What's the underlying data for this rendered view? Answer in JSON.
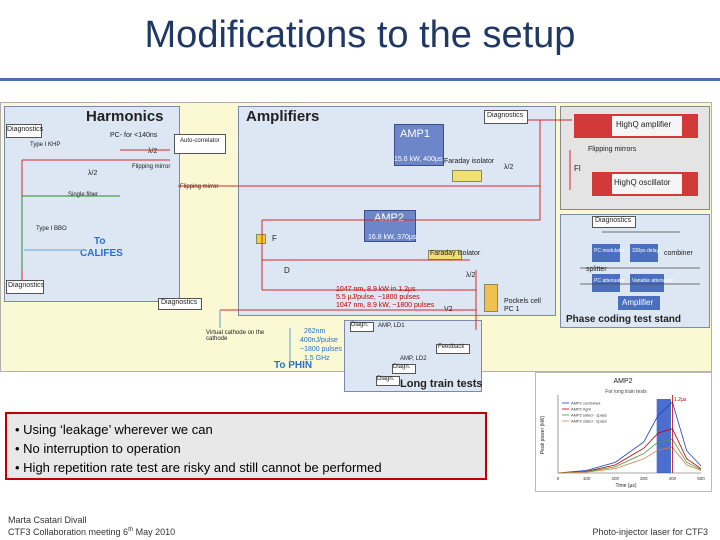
{
  "slide_title": "Modifications to the setup",
  "diagram": {
    "harmonics": {
      "title": "Harmonics",
      "diagnostics": "Diagnostics",
      "typeI_khp": "Type I KHP",
      "pc_label": "PC- for <140ns",
      "lambda2_a": "λ/2",
      "lambda2_b": "λ/2",
      "flipping_mirror": "Flipping mirror",
      "autocorrelator": "Auto-correlator",
      "fibre": "Single fiber",
      "typeI_bbo": "Type I BBO",
      "to_califes_1": "To",
      "to_califes_2": "CALIFES",
      "diagnostics_bottom": "Diagnostics"
    },
    "amplifiers": {
      "title": "Amplifiers",
      "diagnostics": "Diagnostics",
      "amp1": "AMP1",
      "amp1_sub": "15.6 kW, 400µs",
      "faraday_isolator": "Faraday isolator",
      "lambda2": "λ/2",
      "amp2": "AMP2",
      "amp2_sub": "16.8 kW, 370µs",
      "faraday_isolator_2": "Faraday isolator",
      "f_label": "F",
      "d_label": "D",
      "lambda2_b": "λ/2",
      "v2": "V2",
      "pockels": "Pockels cell",
      "pc1": "PC 1",
      "spec_1": "1047 nm, 8.9 kW in 1.2µs",
      "spec_2": "5.5 µJ/pulse, ~1800 pulses",
      "spec_3": "1047 nm, 8.9 kW, ~1800 pulses"
    },
    "right_panel": {
      "highq_1": "HighQ amplifier",
      "flipping_mirrors": "Flipping mirrors",
      "fl": "Fl",
      "highq_2": "HighQ oscillator"
    },
    "phase_coding": {
      "diagnostics": "Diagnostics",
      "pc_modulator": "PC modulator",
      "delay": "330ps delay",
      "combiner": "combiner",
      "splitter": "splitter",
      "attenuator_left": "PC attenuator",
      "attenuator_right": "Variable attenuator",
      "amplifier": "Amplifier",
      "title": "Phase coding test stand"
    },
    "bottom_left": {
      "diagnostics": "Diagnostics",
      "virtual_cathode": "Virtual cathode on the cathode",
      "spec_1": "262nm",
      "spec_2": "400nJ/pulse",
      "spec_3": "~1800 pulses",
      "spec_4": "1.5 GHz",
      "to_phin": "To PHIN"
    },
    "long_train": {
      "diagn_1": "Diagn.",
      "ampl_label": "AMP, LD1",
      "feedback": "Feedback",
      "ampl_label_2": "AMP, LD2",
      "diagn_2": "Diagn.",
      "diagn_3": "Diagn.",
      "title": "Long train tests"
    }
  },
  "bullets": [
    "• Using ‘leakage’ wherever we can",
    "• No interruption to operation",
    "• High repetition rate test are risky and still cannot be performed"
  ],
  "chart_data": {
    "type": "line",
    "title": "AMP2",
    "subtitle": "For long train tests",
    "xlabel": "Time (µs)",
    "ylabel": "Peak power (kW)",
    "xlim": [
      0,
      500
    ],
    "ticks_x": [
      "0",
      "100",
      "200",
      "300",
      "400",
      "500"
    ],
    "annotation": "1.2µs",
    "legend": [
      "AMP2 combined",
      "AMP2 right",
      "AMP2 sided - 1pass",
      "AMP2 sided - 2pass"
    ],
    "colors": [
      "#1f3fbf",
      "#c00000",
      "#4a9a3a",
      "#d08040"
    ],
    "series": [
      {
        "name": "AMP2 combined",
        "x": [
          0,
          100,
          200,
          300,
          350,
          400,
          450,
          500
        ],
        "y": [
          0,
          0.3,
          1.2,
          3.5,
          6.5,
          8.0,
          2.5,
          0.8
        ]
      },
      {
        "name": "AMP2 right",
        "x": [
          0,
          100,
          200,
          300,
          350,
          400,
          450,
          500
        ],
        "y": [
          0,
          0.2,
          0.9,
          2.8,
          4.5,
          5.0,
          1.6,
          0.5
        ]
      },
      {
        "name": "AMP2 sided - 1pass",
        "x": [
          0,
          100,
          200,
          300,
          350,
          400,
          450,
          500
        ],
        "y": [
          0,
          0.15,
          0.7,
          2.2,
          3.5,
          3.8,
          1.2,
          0.4
        ]
      },
      {
        "name": "AMP2 sided - 2pass",
        "x": [
          0,
          100,
          200,
          300,
          350,
          400,
          450,
          500
        ],
        "y": [
          0,
          0.1,
          0.5,
          1.6,
          2.6,
          2.9,
          0.9,
          0.3
        ]
      }
    ]
  },
  "footer": {
    "author": "Marta Csatari Divall",
    "meeting": "CTF3 Collaboration meeting 6",
    "meeting_sup": "th",
    "meeting_end": " May 2010",
    "right": "Photo-injector laser for CTF3"
  }
}
